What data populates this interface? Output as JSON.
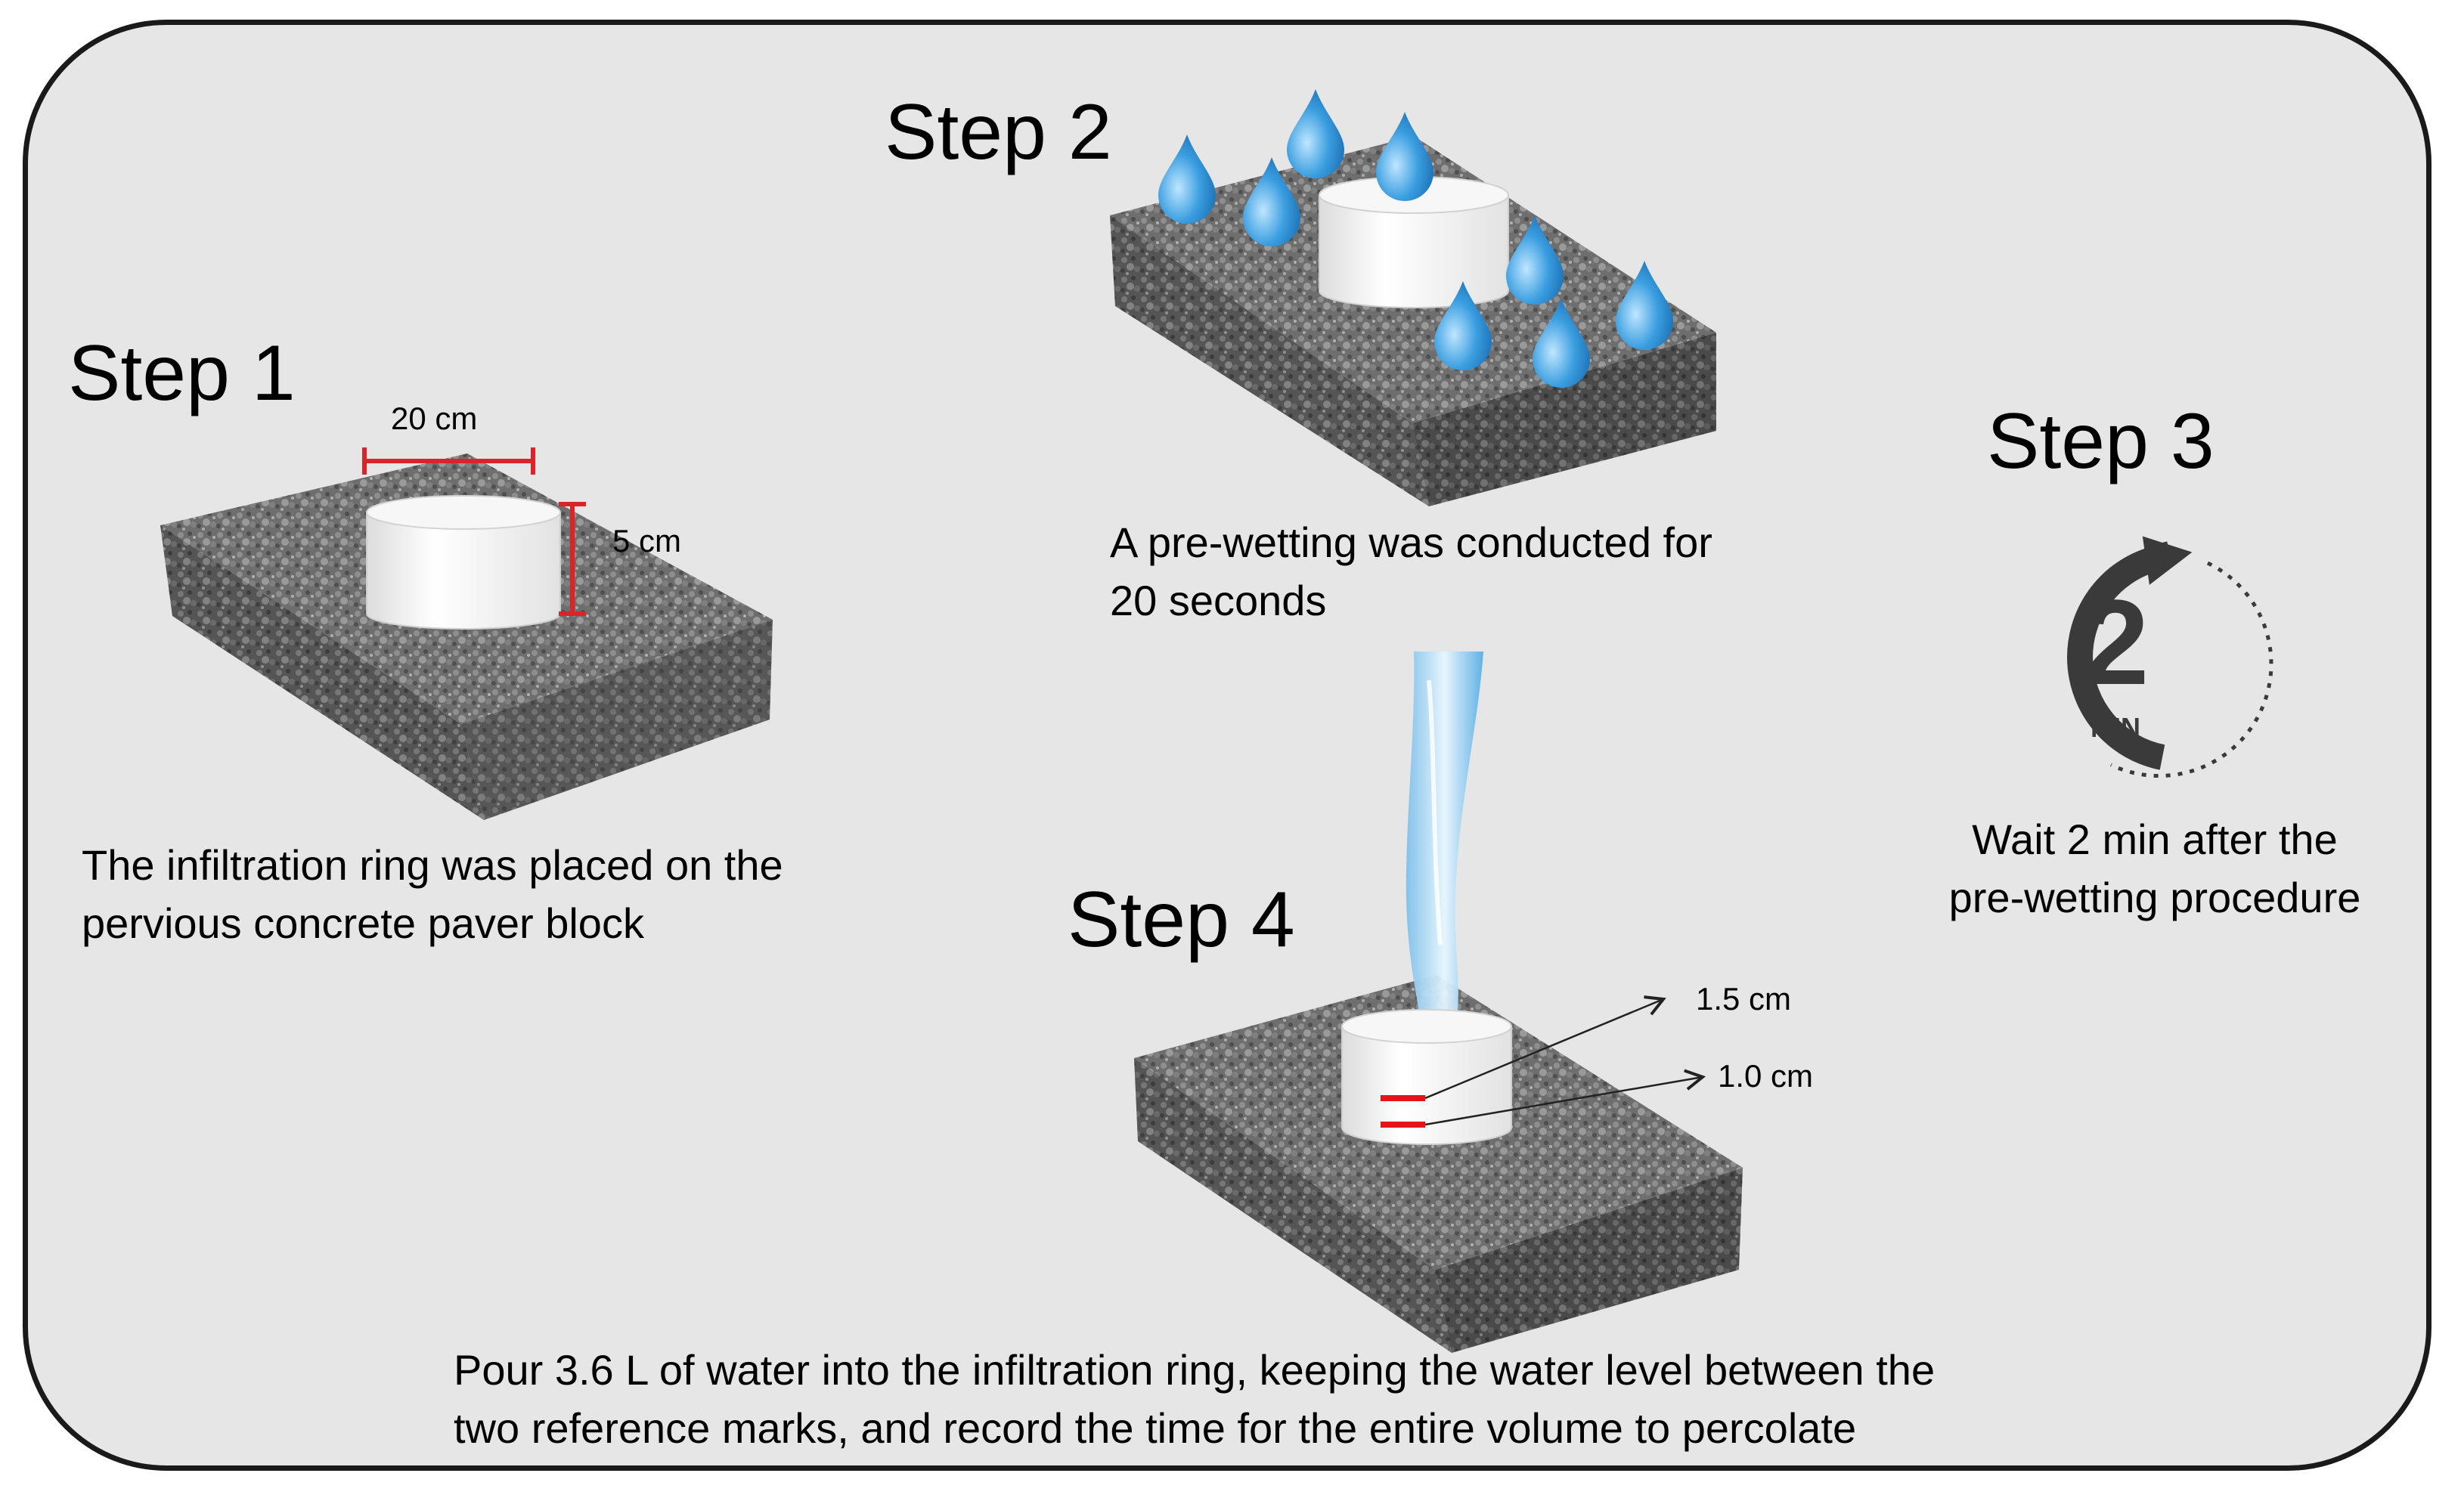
{
  "steps": [
    {
      "title": "Step 1",
      "caption_lines": [
        "The infiltration ring was placed on the",
        "pervious concrete paver block"
      ]
    },
    {
      "title": "Step 2",
      "caption_lines": [
        "A pre-wetting was conducted for",
        "20 seconds"
      ]
    },
    {
      "title": "Step 3",
      "caption_lines": [
        "Wait 2 min after the",
        "pre-wetting procedure"
      ]
    },
    {
      "title": "Step 4",
      "caption_lines": [
        "Pour 3.6 L of water into the infiltration ring, keeping the water level between the",
        "two reference marks, and record the time for the entire volume to percolate"
      ]
    }
  ],
  "dimensions": {
    "ring_diameter": "20 cm",
    "ring_height": "5 cm"
  },
  "reference_marks": {
    "upper": "1.5 cm",
    "lower": "1.0 cm"
  },
  "timer": {
    "number": "2",
    "unit": "MIN"
  },
  "colors": {
    "panel_bg": "#e6e6e6",
    "dimension_red": "#d9252a",
    "water_blue": "#3a9ee0",
    "block_gray": "#6d6d6d",
    "timer_dark": "#3a3a3a"
  }
}
